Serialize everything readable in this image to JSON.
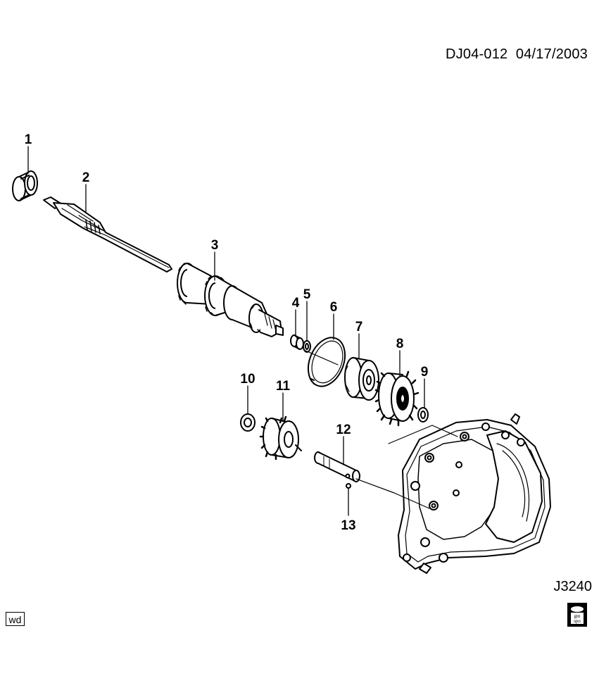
{
  "header": {
    "doc_id": "DJ04-012",
    "date": "04/17/2003"
  },
  "footer": {
    "code": "J3240",
    "wd_label": "wd",
    "logo_text": [
      "gm",
      "spo"
    ]
  },
  "callouts": [
    "1",
    "2",
    "3",
    "4",
    "5",
    "6",
    "7",
    "8",
    "9",
    "10",
    "11",
    "12",
    "13"
  ]
}
